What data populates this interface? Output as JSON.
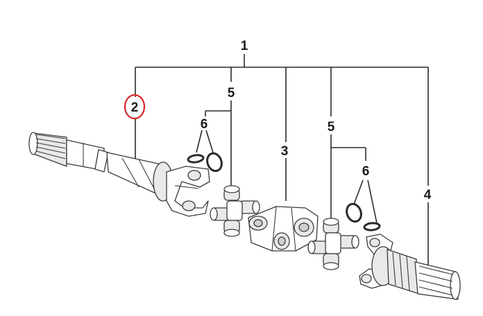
{
  "callouts": {
    "assembly": "1",
    "shaft": "2",
    "center_yoke": "3",
    "stub_shaft": "4",
    "cross_left": "5",
    "cross_right": "5",
    "rings_left": "6",
    "rings_right": "6"
  },
  "colors": {
    "highlight": "#d9262a",
    "line": "#2a2a2a"
  }
}
